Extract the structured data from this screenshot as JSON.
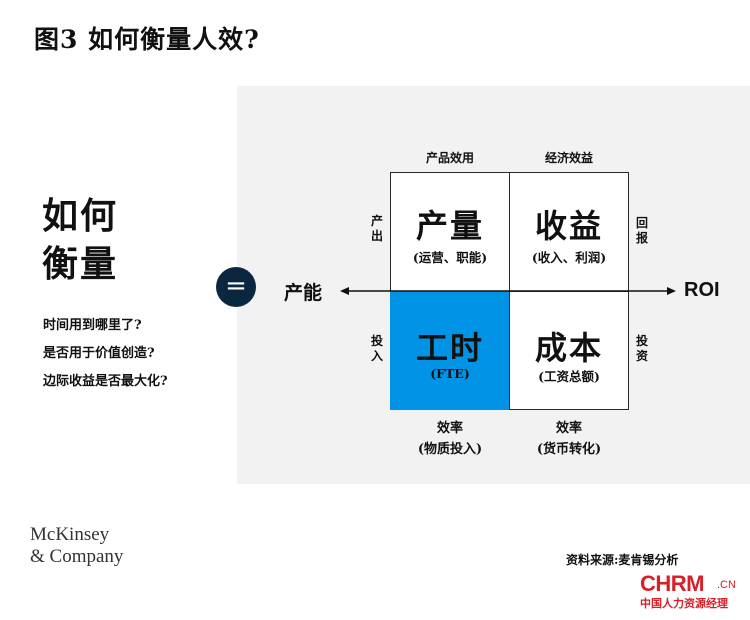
{
  "figure": {
    "title": "图3 如何衡量人效?"
  },
  "intro": {
    "heading_lines": [
      "如何",
      "衡量"
    ],
    "questions": [
      "时间用到哪里了?",
      "是否用于价值创造?",
      "边际收益是否最大化?"
    ]
  },
  "equals_symbol": "=",
  "matrix": {
    "top_labels": [
      "产品效用",
      "经济效益"
    ],
    "left_labels": [
      "产出",
      "投入"
    ],
    "right_labels": [
      "回报",
      "投资"
    ],
    "axis": {
      "left": "产能",
      "right": "ROI"
    },
    "cells": [
      {
        "title": "产量",
        "subtitle": "(运营、职能)"
      },
      {
        "title": "收益",
        "subtitle": "(收入、利润)"
      },
      {
        "title": "工时",
        "subtitle": "(FTE)"
      },
      {
        "title": "成本",
        "subtitle": "(工资总额)"
      }
    ],
    "bottom_labels": [
      {
        "line1": "效率",
        "line2": "(物质投入)"
      },
      {
        "line1": "效率",
        "line2": "(货币转化)"
      }
    ],
    "highlight_color": "#0093e6"
  },
  "logos": {
    "mckinsey_line1": "McKinsey",
    "mckinsey_line2": "& Company",
    "chrm_main": "CHRM",
    "chrm_suffix": ".CN",
    "chrm_tagline": "中国人力资源经理"
  },
  "source": "资料来源:麦肯锡分析"
}
